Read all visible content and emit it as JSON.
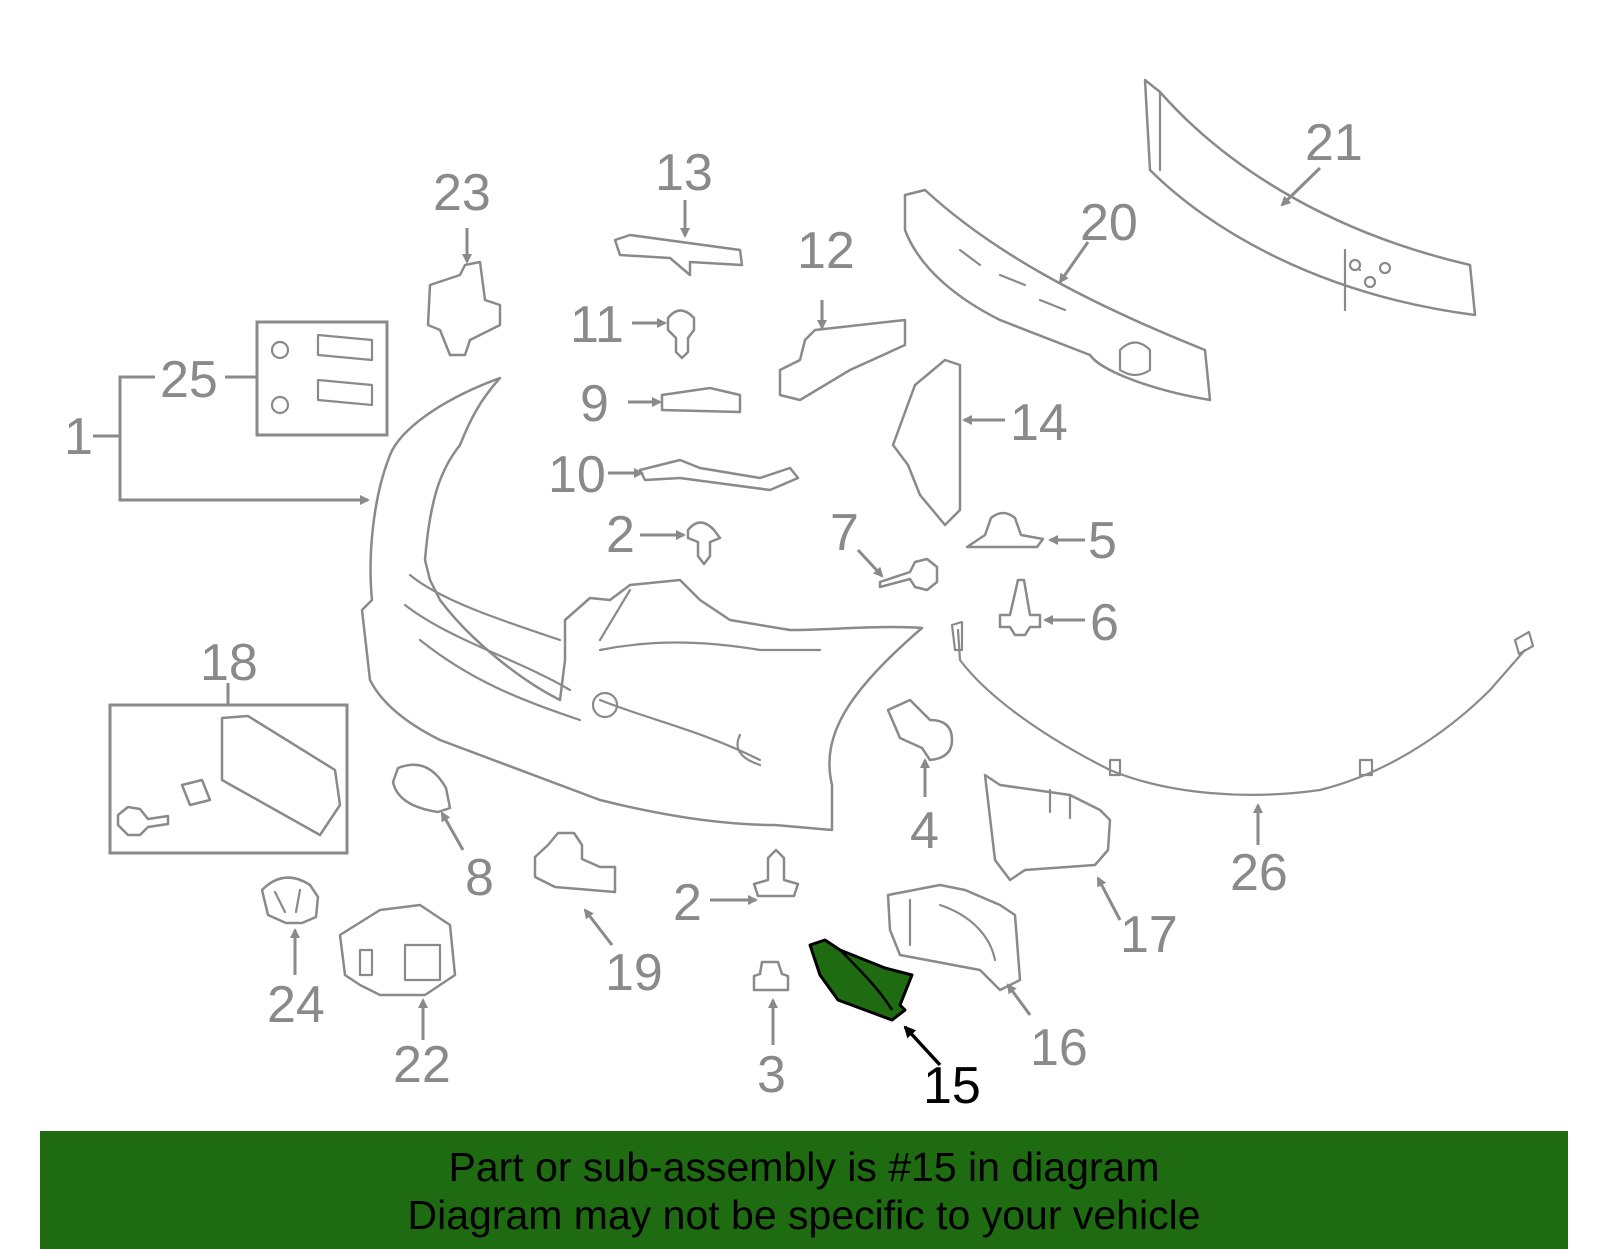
{
  "colors": {
    "line": "#8a8a8a",
    "highlight_fill": "#1e6b12",
    "highlight_stroke": "#000000",
    "banner_bg": "#1e6b12"
  },
  "highlighted_part": "15",
  "callouts": {
    "c1": "1",
    "c2a": "2",
    "c2b": "2",
    "c3": "3",
    "c4": "4",
    "c5": "5",
    "c6": "6",
    "c7": "7",
    "c8": "8",
    "c9": "9",
    "c10": "10",
    "c11": "11",
    "c12": "12",
    "c13": "13",
    "c14": "14",
    "c15": "15",
    "c16": "16",
    "c17": "17",
    "c18": "18",
    "c19": "19",
    "c20": "20",
    "c21": "21",
    "c22": "22",
    "c23": "23",
    "c24": "24",
    "c25": "25",
    "c26": "26"
  },
  "banner": {
    "line1": "Part or sub-assembly is #15 in diagram",
    "line2": "Diagram may not be specific to your vehicle"
  }
}
